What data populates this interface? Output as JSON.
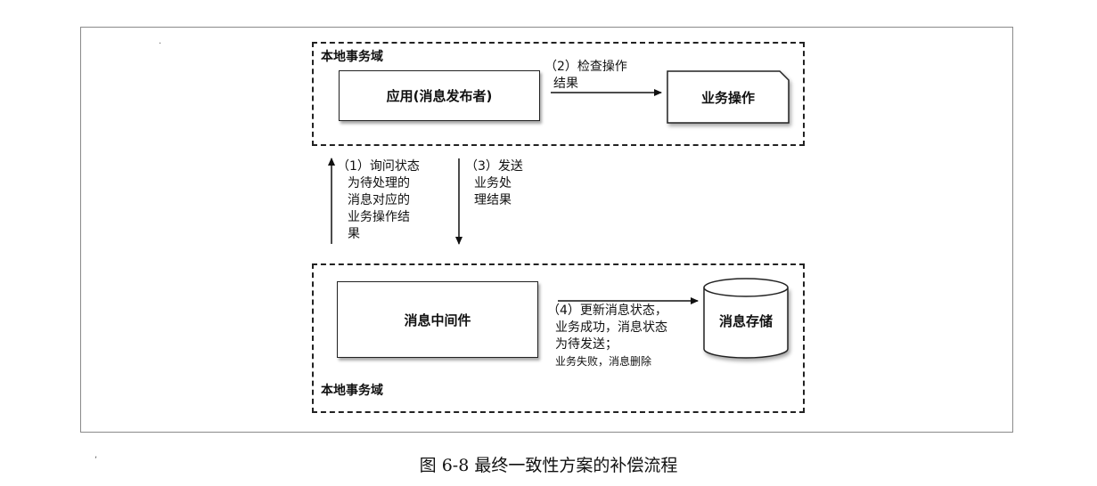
{
  "domain_top_label": "本地事务域",
  "domain_bottom_label": "本地事务域",
  "nodes": {
    "app": "应用(消息发布者)",
    "business": "业务操作",
    "middleware": "消息中间件",
    "storage": "消息存储"
  },
  "steps": {
    "step2": [
      "（2）检查操作",
      "结果"
    ],
    "step1": [
      "（1）询问状态",
      "为待处理的",
      "消息对应的",
      "业务操作结",
      "果"
    ],
    "step3": [
      "（3）发送",
      "业务处",
      "理结果"
    ],
    "step4": [
      "（4）更新消息状态，",
      "业务成功，消息状态",
      "为待发送；"
    ],
    "step4_fail": "业务失败，消息删除"
  },
  "caption": "图 6-8   最终一致性方案的补偿流程"
}
